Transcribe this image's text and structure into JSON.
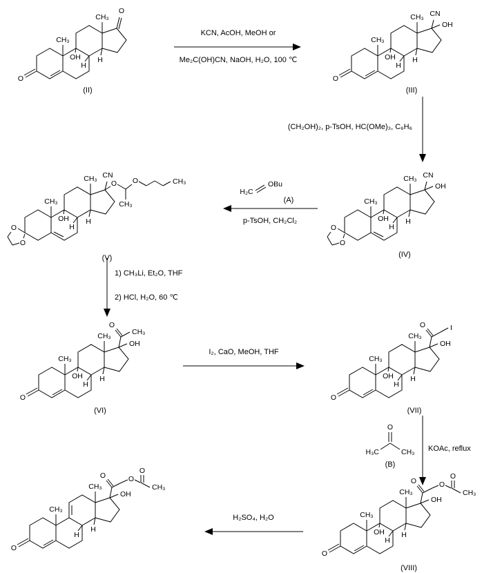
{
  "labels": {
    "ch3": "CH₃",
    "h3c": "H₃C",
    "oh": "OH",
    "o": "O",
    "cn": "CN",
    "h": "H",
    "i": "I",
    "obu": "OBu",
    "h2c": "H₂C"
  },
  "compounds": {
    "c2": "(II)",
    "c3": "(III)",
    "c4": "(IV)",
    "c5": "(V)",
    "c6": "(VI)",
    "c7": "(VII)",
    "c8": "(VIII)",
    "a": "(A)",
    "b": "(B)"
  },
  "reagents": {
    "step1_line1": "KCN, AcOH, MeOH or",
    "step1_line2": "Me₂C(OH)CN, NaOH, H₂O, 100 ℃",
    "step2": "(CH₂OH)₂, p-TsOH, HC(OMe)₃, C₆H₆",
    "step3_below": "p-TsOH, CH₂Cl₂",
    "step4_line1": "1) CH₃Li, Et₂O, THF",
    "step4_line2": "2) HCl, H₂O, 60 ℃",
    "step5": "I₂, CaO, MeOH, THF",
    "step6": "KOAc, reflux",
    "step7": "H₂SO₄, H₂O"
  }
}
